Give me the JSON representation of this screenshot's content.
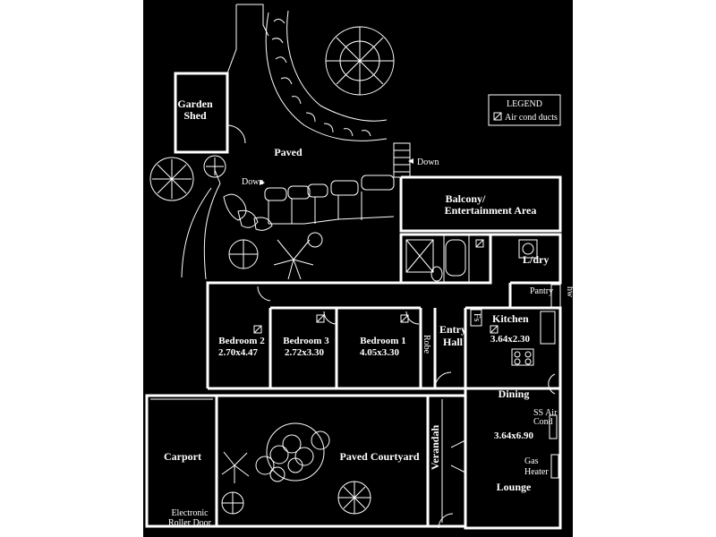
{
  "plan": {
    "background": "#000000",
    "line_color": "#ffffff",
    "legend": {
      "title": "LEGEND",
      "items": [
        {
          "icon": "air-cond-duct-icon",
          "label": "Air cond ducts"
        }
      ]
    },
    "rooms": {
      "garden_shed_line1": "Garden",
      "garden_shed_line2": "Shed",
      "paved": "Paved",
      "down_right": "Down",
      "down_left": "Down",
      "balcony_line1": "Balcony/",
      "balcony_line2": "Entertainment Area",
      "laundry": "L/dry",
      "pantry": "Pantry",
      "hw": "hw",
      "kitchen_name": "Kitchen",
      "kitchen_size": "3.64x2.30",
      "fs": "Fs",
      "entry_line1": "Entry",
      "entry_line2": "Hall",
      "robe": "Robe",
      "bedroom2_name": "Bedroom 2",
      "bedroom2_size": "2.70x4.47",
      "bedroom3_name": "Bedroom 3",
      "bedroom3_size": "2.72x3.30",
      "bedroom1_name": "Bedroom 1",
      "bedroom1_size": "4.05x3.30",
      "dining": "Dining",
      "ss_aircond_line1": "SS Air",
      "ss_aircond_line2": "Cond",
      "lounge_size": "3.64x6.90",
      "gas_heater_line1": "Gas",
      "gas_heater_line2": "Heater",
      "lounge": "Lounge",
      "carport": "Carport",
      "paved_courtyard": "Paved Courtyard",
      "verandah": "Verandah",
      "roller_door_line1": "Electronic",
      "roller_door_line2": "Roller Door"
    }
  }
}
